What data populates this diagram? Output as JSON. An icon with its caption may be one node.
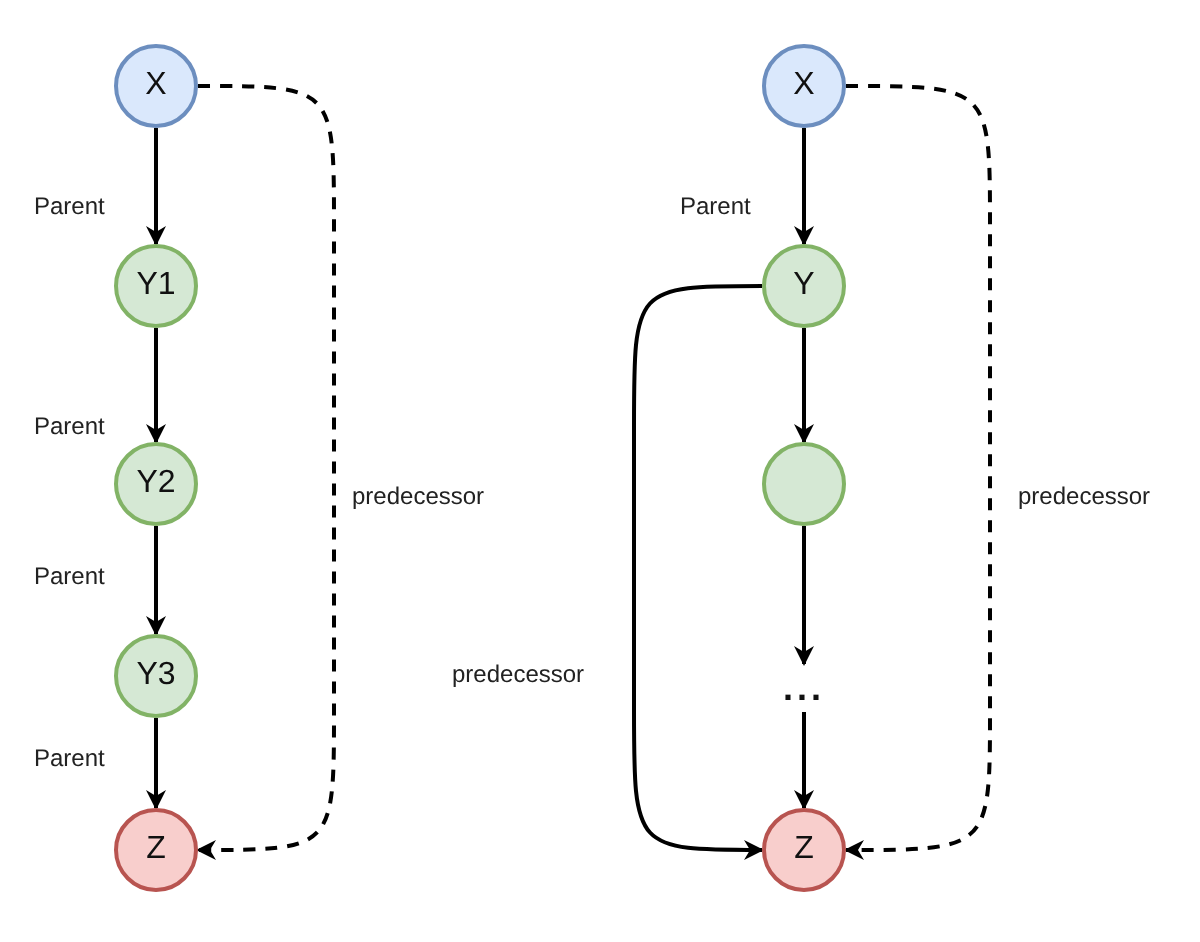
{
  "diagram": {
    "nodes": [
      {
        "text": [
          "X"
        ]
      },
      {
        "text": [
          "Y1"
        ]
      },
      {
        "text": [
          "Y2"
        ]
      },
      {
        "text": [
          "Y3"
        ]
      },
      {
        "text": [
          "Z"
        ]
      },
      {
        "text": [
          "X"
        ]
      },
      {
        "text": [
          "Y"
        ]
      },
      {
        "text": [],
        "shape": "circle"
      },
      {
        "text": [
          "..."
        ]
      },
      {
        "text": [
          "Z"
        ]
      }
    ],
    "edges": [
      {
        "from": 0,
        "to": 1,
        "arrow": "to",
        "label": "Parent"
      },
      {
        "from": 1,
        "to": 2,
        "arrow": "to",
        "label": "Parent"
      },
      {
        "from": 2,
        "to": 3,
        "arrow": "to",
        "label": "Parent"
      },
      {
        "from": 3,
        "to": 4,
        "arrow": "to",
        "label": "Parent"
      },
      {
        "from": 0,
        "to": 4,
        "arrow": "to",
        "label": "predecessor",
        "style": "dashed"
      },
      {
        "from": 5,
        "to": 6,
        "arrow": "to",
        "label": "Parent"
      },
      {
        "from": 6,
        "to": 7,
        "arrow": "to"
      },
      {
        "from": 7,
        "to": 8,
        "arrow": "to"
      },
      {
        "from": 8,
        "to": 9,
        "arrow": "to"
      },
      {
        "from": 6,
        "to": 9,
        "arrow": "to",
        "label": "predecessor"
      },
      {
        "from": 5,
        "to": 9,
        "arrow": "to",
        "label": "predecessor",
        "style": "dashed"
      }
    ]
  }
}
